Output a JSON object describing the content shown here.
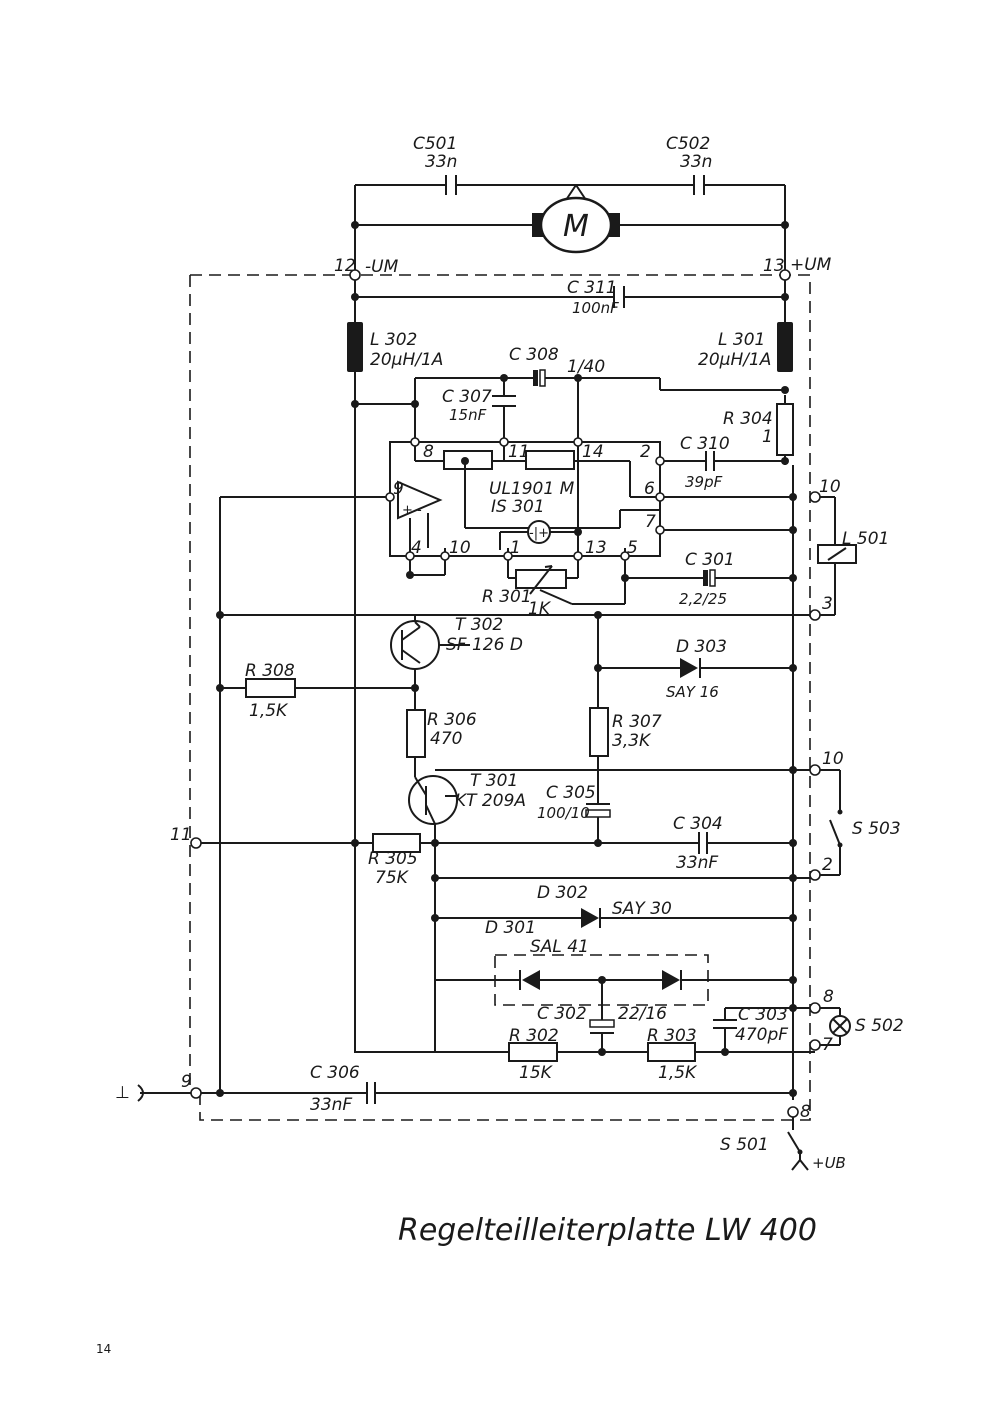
{
  "title": "Regelteilleiterplatte LW 400",
  "page_number": "14",
  "motor": "M",
  "supply": {
    "minus": "-UM",
    "plus": "+UM",
    "ub": "+UB",
    "ground": "⊥"
  },
  "ic": {
    "type": "UL1901 M",
    "ref": "IS 301"
  },
  "pins": {
    "p12": "12",
    "p13": "13",
    "p10a": "10",
    "p3": "3",
    "p10b": "10",
    "p2": "2",
    "p8a": "8",
    "p7": "7",
    "p9": "9",
    "p8b": "8",
    "p11": "11",
    "ic8": "8",
    "ic11": "11",
    "ic14": "14",
    "ic2": "2",
    "ic6": "6",
    "ic9": "9",
    "ic7": "7",
    "ic4": "4",
    "ic10": "10",
    "ic1": "1",
    "ic13": "13",
    "ic5": "5"
  },
  "components": {
    "c501": {
      "ref": "C501",
      "value": "33n"
    },
    "c502": {
      "ref": "C502",
      "value": "33n"
    },
    "c311": {
      "ref": "C 311",
      "value": "100nF"
    },
    "l302": {
      "ref": "L 302",
      "value": "20µH/1A"
    },
    "l301": {
      "ref": "L 301",
      "value": "20µH/1A"
    },
    "c308": {
      "ref": "C 308",
      "value": "1/40"
    },
    "c307": {
      "ref": "C 307",
      "value": "15nF"
    },
    "r304": {
      "ref": "R 304",
      "value": "1"
    },
    "c310": {
      "ref": "C 310",
      "value": "39pF"
    },
    "l501": {
      "ref": "L 501"
    },
    "r301": {
      "ref": "R 301",
      "value": "1K"
    },
    "c301": {
      "ref": "C 301",
      "value": "2,2/25"
    },
    "t302": {
      "ref": "T 302",
      "value": "SF 126 D"
    },
    "d303": {
      "ref": "D 303",
      "value": "SAY 16"
    },
    "r308": {
      "ref": "R 308",
      "value": "1,5K"
    },
    "r306": {
      "ref": "R 306",
      "value": "470"
    },
    "r307": {
      "ref": "R 307",
      "value": "3,3K"
    },
    "t301": {
      "ref": "T 301",
      "value": "KT 209A"
    },
    "c305": {
      "ref": "C 305",
      "value": "100/10"
    },
    "c304": {
      "ref": "C 304",
      "value": "33nF"
    },
    "s503": {
      "ref": "S 503"
    },
    "r305": {
      "ref": "R 305",
      "value": "75K"
    },
    "d302": {
      "ref": "D 302",
      "value": "SAY 30"
    },
    "d301": {
      "ref": "D 301"
    },
    "sal41": {
      "ref": "SAL 41"
    },
    "c302": {
      "ref": "C 302",
      "value": "22/16"
    },
    "c303": {
      "ref": "C 303",
      "value": "470pF"
    },
    "s502": {
      "ref": "S 502"
    },
    "r302": {
      "ref": "R 302",
      "value": "15K"
    },
    "r303": {
      "ref": "R 303",
      "value": "1,5K"
    },
    "c306": {
      "ref": "C 306",
      "value": "33nF"
    },
    "s501": {
      "ref": "S 501"
    }
  }
}
